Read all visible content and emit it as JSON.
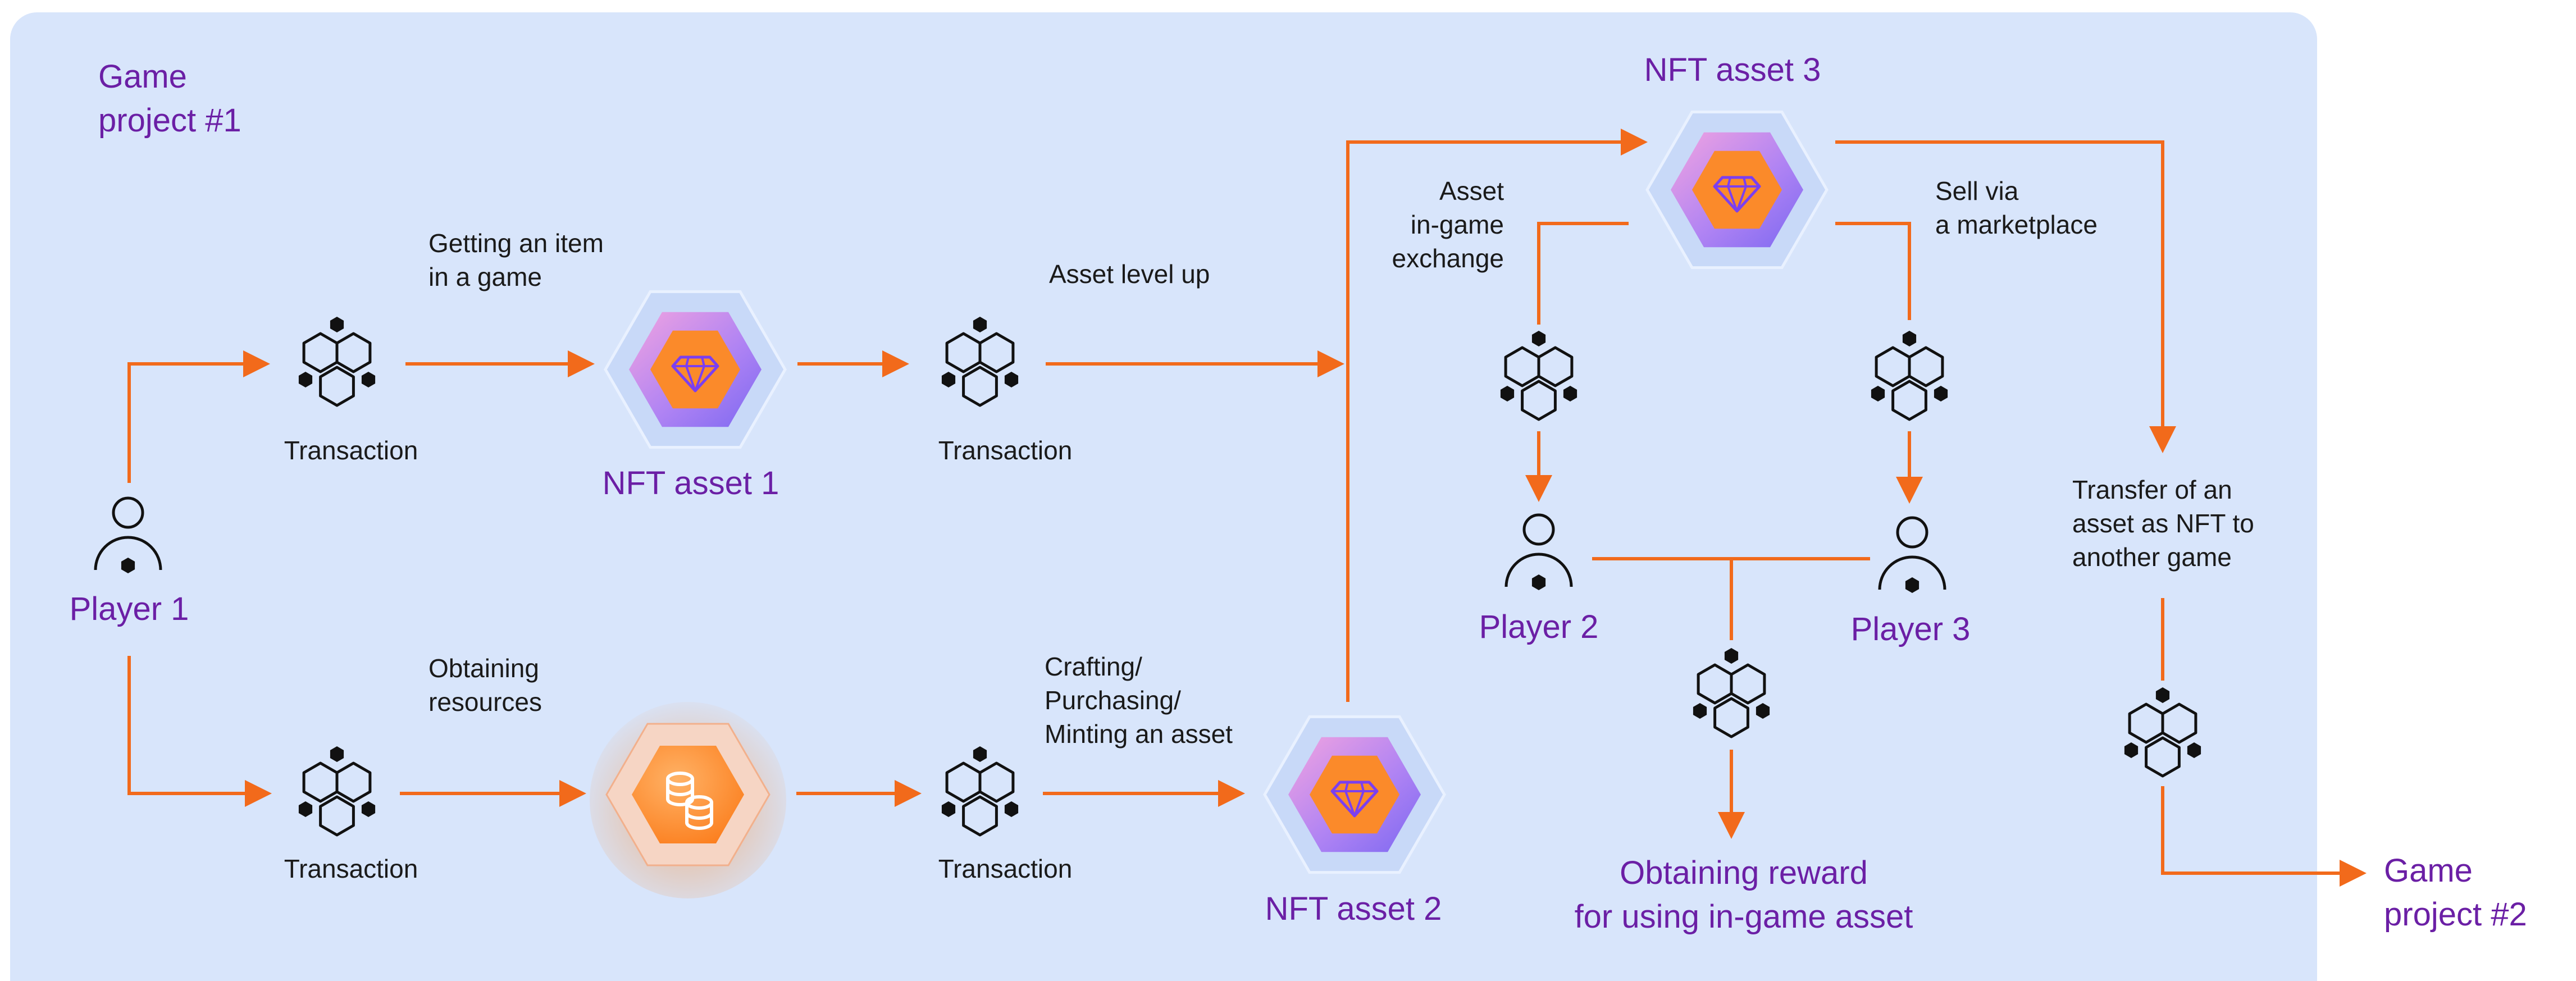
{
  "colors": {
    "panel": "#d8e5fb",
    "arrow": "#f26a1b",
    "label_purple": "#6b1fa5",
    "text": "#1a1a1a",
    "asset_orange": "#fb8a2a"
  },
  "projects": {
    "source": "Game\nproject #1",
    "target": "Game\nproject #2"
  },
  "players": {
    "p1": "Player 1",
    "p2": "Player 2",
    "p3": "Player 3"
  },
  "assets": {
    "nft1": "NFT asset 1",
    "nft2": "NFT asset 2",
    "nft3": "NFT asset 3"
  },
  "transactions": {
    "label": "Transaction",
    "icon": "hexagon-cluster-icon"
  },
  "steps": {
    "getting_item": "Getting an item\nin a game",
    "obtaining_resources": "Obtaining\nresources",
    "asset_level_up": "Asset level up",
    "crafting": "Crafting/\nPurchasing/\nMinting an asset",
    "in_game_exchange": "Asset\nin-game\nexchange",
    "marketplace": "Sell via\na marketplace",
    "transfer": "Transfer of an\nasset as NFT to\nanother game"
  },
  "reward": "Obtaining reward\nfor using in-game asset",
  "icons": {
    "player": "player-icon",
    "gem": "gem-icon",
    "coins": "coins-icon"
  }
}
